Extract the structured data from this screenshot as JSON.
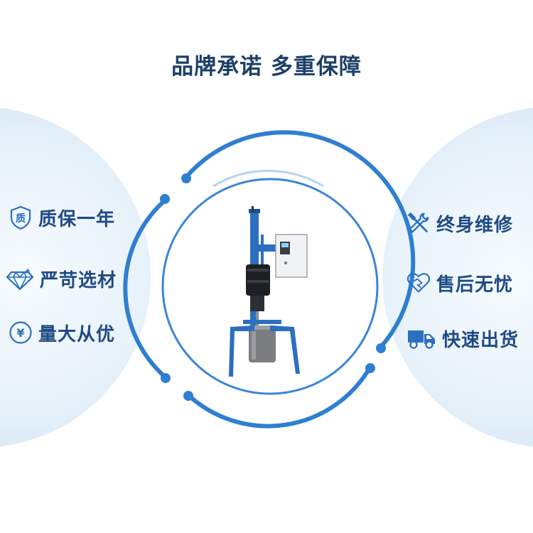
{
  "title": "品牌承诺  多重保障",
  "left_features": [
    {
      "icon": "quality-badge-icon",
      "label": "质保一年",
      "icon_char": "质"
    },
    {
      "icon": "diamond-icon",
      "label": "严苛选材"
    },
    {
      "icon": "yen-coin-icon",
      "label": "量大从优",
      "icon_char": "¥"
    }
  ],
  "right_features": [
    {
      "icon": "wrench-screwdriver-icon",
      "label": "终身维修"
    },
    {
      "icon": "heart-handshake-icon",
      "label": "售后无忧"
    },
    {
      "icon": "delivery-truck-icon",
      "label": "快速出货"
    }
  ],
  "colors": {
    "title": "#1d3f66",
    "label": "#1f4b84",
    "accent": "#2a6fc0",
    "ring": "#2f7fd0",
    "side_fill": "#d6e7f5"
  }
}
